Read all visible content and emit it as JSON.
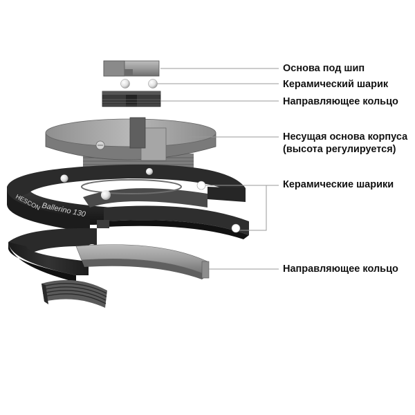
{
  "labels": {
    "spike_base": "Основа под шип",
    "ceramic_ball": "Керамический шарик",
    "guide_ring_top": "Направляющее кольцо",
    "housing_base_line1": "Несущая основа корпуса",
    "housing_base_line2": "(высота регулируется)",
    "ceramic_balls": "Керамические шарики",
    "guide_ring_bottom": "Направляющее кольцо"
  },
  "engraving": {
    "brand": "HESCON",
    "model": "Ballerino 130"
  },
  "colors": {
    "leader_line": "#9a9a9a",
    "dark_metal": "#2a2a2a",
    "light_metal": "#9e9e9e"
  }
}
